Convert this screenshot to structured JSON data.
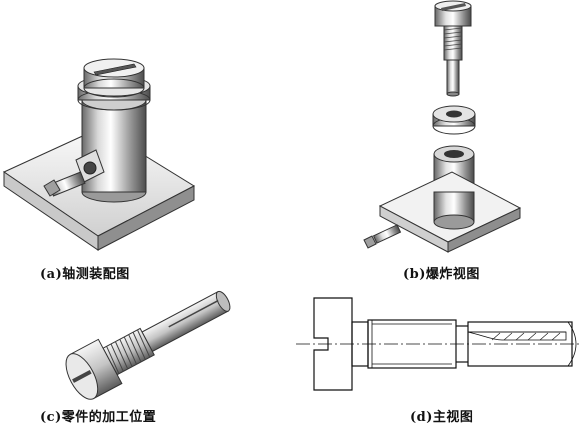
{
  "captions": {
    "a": "(a)轴测装配图",
    "b": "(b)爆炸视图",
    "c": "(c)零件的加工位置",
    "d": "(d)主视图"
  },
  "colors": {
    "background": "#ffffff",
    "metal_light": "#f2f2f2",
    "metal_mid": "#bdbdbd",
    "metal_dark": "#5a5a5a",
    "line": "#111111"
  }
}
